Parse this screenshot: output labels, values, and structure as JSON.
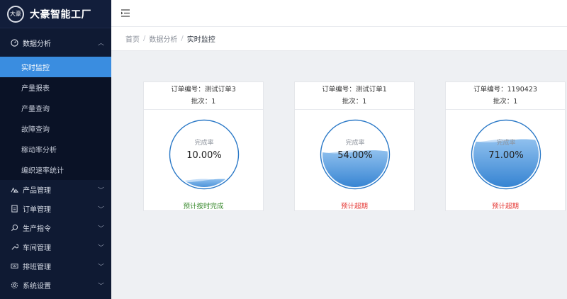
{
  "app": {
    "name": "大豪智能工厂",
    "logo_text": "大豪"
  },
  "sidebar": {
    "open_group": {
      "label": "数据分析",
      "icon": "gauge-icon"
    },
    "sub_items": [
      {
        "label": "实时监控",
        "active": true
      },
      {
        "label": "产量报表"
      },
      {
        "label": "产量查询"
      },
      {
        "label": "故障查询"
      },
      {
        "label": "稼动率分析"
      },
      {
        "label": "编织速率统计"
      }
    ],
    "groups": [
      {
        "label": "产品管理",
        "icon": "product-icon"
      },
      {
        "label": "订单管理",
        "icon": "order-icon"
      },
      {
        "label": "生产指令",
        "icon": "search-icon"
      },
      {
        "label": "车间管理",
        "icon": "wrench-icon"
      },
      {
        "label": "排班管理",
        "icon": "keyboard-icon"
      },
      {
        "label": "系统设置",
        "icon": "gear-icon"
      }
    ]
  },
  "breadcrumb": {
    "home": "首页",
    "section": "数据分析",
    "current": "实时监控"
  },
  "cards": [
    {
      "order": "订单编号：测试订单3",
      "batch": "批次：1",
      "rate_label": "完成率",
      "rate_text": "10.00%",
      "rate": 0.1,
      "status": "预计按时完成",
      "status_type": "ok"
    },
    {
      "order": "订单编号：测试订单1",
      "batch": "批次：1",
      "rate_label": "完成率",
      "rate_text": "54.00%",
      "rate": 0.54,
      "status": "预计超期",
      "status_type": "late"
    },
    {
      "order": "订单编号：1190423",
      "batch": "批次：1",
      "rate_label": "完成率",
      "rate_text": "71.00%",
      "rate": 0.71,
      "status": "预计超期",
      "status_type": "late"
    }
  ],
  "colors": {
    "accent": "#3a8de0",
    "sidebar_bg": "#0f1a33",
    "ok": "#3a8a2e",
    "late": "#e53935",
    "wave": "#4a90d9"
  }
}
